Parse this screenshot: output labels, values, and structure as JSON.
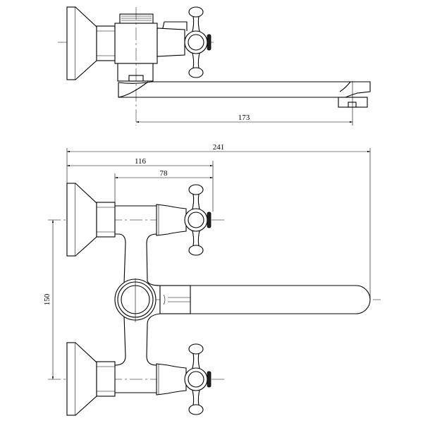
{
  "drawing": {
    "top_view": {
      "spout_reach_dim": "173"
    },
    "front_view": {
      "overall_length_dim": "241",
      "wall_to_handle_dim": "116",
      "nut_to_handle_dim": "78",
      "inlet_spacing_dim": "150"
    }
  }
}
